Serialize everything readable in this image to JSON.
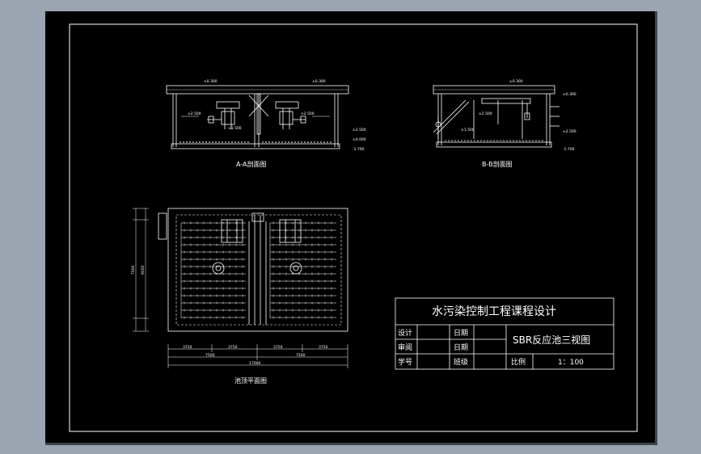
{
  "drawing": {
    "views": {
      "section_aa": {
        "caption": "A-A剖面图"
      },
      "section_bb": {
        "caption": "B-B剖面图"
      },
      "plan": {
        "caption": "池顶平面图"
      }
    },
    "elevations": {
      "top": "±0.300",
      "water": "±2.500",
      "low": "±1.500",
      "ground": "±0.000",
      "bottom": "-1.700"
    },
    "plan_dimensions": {
      "horizontal_top": [
        "3750",
        "3750",
        "3750",
        "3750"
      ],
      "horizontal_mid": [
        "7500",
        "7500"
      ],
      "total_width": "17000",
      "vertical_outer": "7500",
      "vertical_inner": "9000"
    },
    "title_block": {
      "project": "水污染控制工程课程设计",
      "drawing_name": "SBR反应池三视图",
      "labels": {
        "design": "设计",
        "review": "审阅",
        "student_id": "学号",
        "date_1": "日期",
        "date_2": "日期",
        "class": "班级",
        "scale": "比例"
      },
      "scale_value": "1：100"
    }
  }
}
